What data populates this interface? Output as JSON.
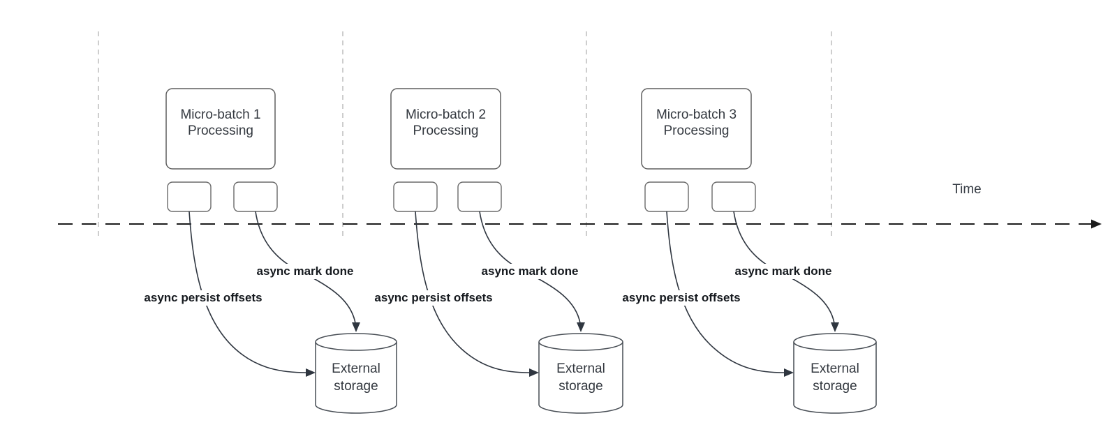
{
  "diagram": {
    "time_label": "Time",
    "groups": [
      {
        "box_label": "Micro-batch 1\nProcessing",
        "persist_label": "async persist offsets",
        "done_label": "async mark done",
        "storage_label": "External\nstorage"
      },
      {
        "box_label": "Micro-batch 2\nProcessing",
        "persist_label": "async persist offsets",
        "done_label": "async mark done",
        "storage_label": "External\nstorage"
      },
      {
        "box_label": "Micro-batch 3\nProcessing",
        "persist_label": "async persist offsets",
        "done_label": "async mark done",
        "storage_label": "External\nstorage"
      }
    ]
  },
  "colors": {
    "canvas_bg": "#ffffff",
    "timeline_stroke": "#1c1c1c",
    "divider_stroke": "#b8b8b8",
    "shape_stroke": "#5f5f5f",
    "edge_stroke": "#2f3640",
    "shape_text": "#33383f",
    "edge_label_text": "#15191e"
  }
}
